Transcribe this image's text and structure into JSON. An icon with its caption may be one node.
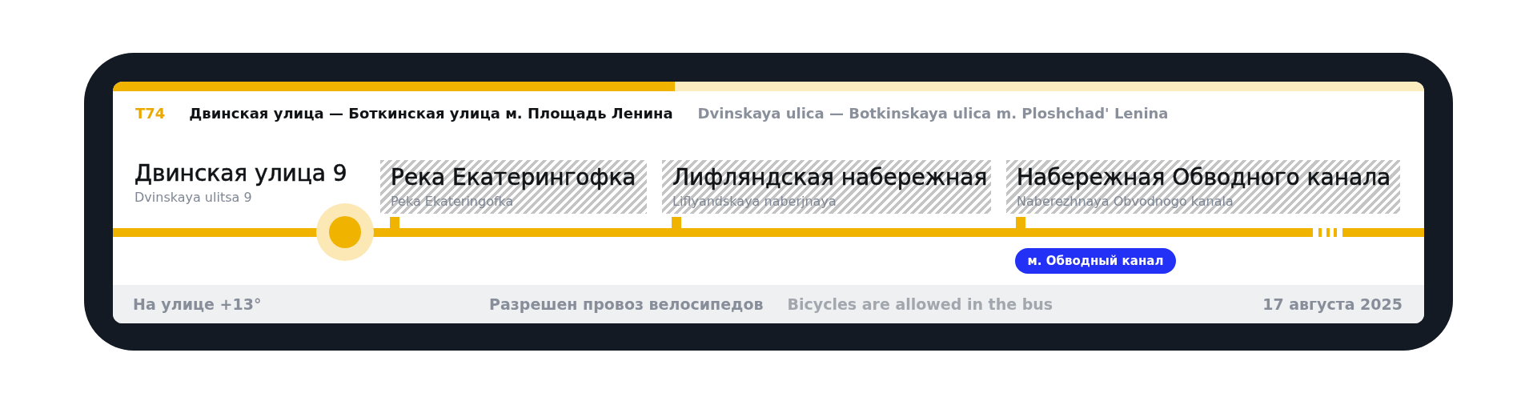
{
  "diagram": {
    "nodes": [
      {
        "text": [
          "Двинская улица 9",
          "Dvinskaya ulitsa 9"
        ]
      },
      {
        "text": [
          "Река Екатерингофка",
          "Peka Ekateringofka"
        ]
      },
      {
        "text": [
          "Лифляндская набережная",
          "Liflyandskaya naberjnaya"
        ]
      },
      {
        "text": [
          "Набережная Обводного канала",
          "Naberezhnaya Obvodnogo kanala"
        ]
      },
      {
        "text": [
          "м. Обводный канал"
        ]
      }
    ],
    "labels": [
      "T74",
      "Двинская улица — Боткинская улица м. Площадь Ленина",
      "Dvinskaya ulica — Botkinskaya ulica m. Ploshchad' Lenina",
      "На улице +13°",
      "Разрешен провоз велосипедов",
      "Bicycles are allowed in the bus",
      "17 августа 2025"
    ]
  }
}
